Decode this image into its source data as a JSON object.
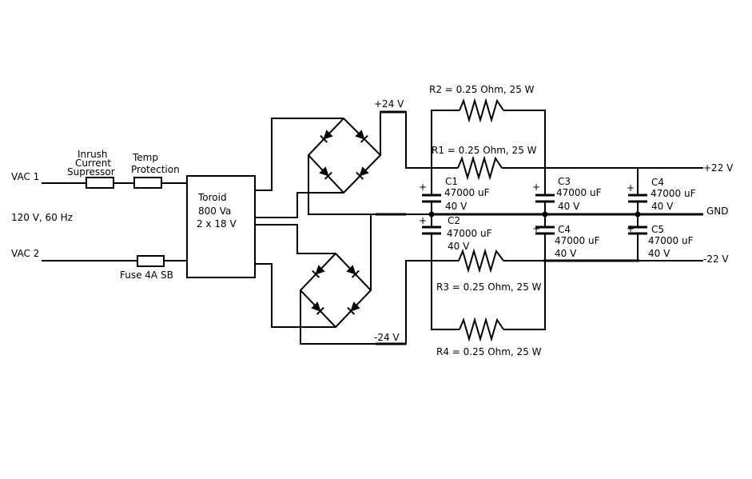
{
  "inputs": {
    "vac1": "VAC 1",
    "vac2": "VAC 2",
    "mains": "120 V, 60 Hz"
  },
  "components": {
    "inrush_line1": "Inrush",
    "inrush_line2": "Current",
    "inrush_line3": "Supressor",
    "temp_line1": "Temp",
    "temp_line2": "Protection",
    "fuse": "Fuse 4A SB",
    "toroid_line1": "Toroid",
    "toroid_line2": "800 Va",
    "toroid_line3": "2 x 18 V"
  },
  "rails": {
    "pos24": "+24 V",
    "neg24": "-24 V",
    "pos22": "+22 V",
    "gnd": "GND",
    "neg22": "-22 V"
  },
  "resistors": {
    "r1": "R1 = 0.25 Ohm, 25 W",
    "r2": "R2 = 0.25 Ohm, 25 W",
    "r3": "R3 = 0.25 Ohm, 25 W",
    "r4": "R4 = 0.25 Ohm, 25 W"
  },
  "capacitors": [
    {
      "name": "C1",
      "value": "47000 uF",
      "voltage": "40 V"
    },
    {
      "name": "C2",
      "value": "47000 uF",
      "voltage": "40 V"
    },
    {
      "name": "C3",
      "value": "47000 uF",
      "voltage": "40 V"
    },
    {
      "name": "C4",
      "value": "47000 uF",
      "voltage": "40 V"
    },
    {
      "name": "C4",
      "value": "47000 uF",
      "voltage": "40 V"
    },
    {
      "name": "C5",
      "value": "47000 uF",
      "voltage": "40 V"
    }
  ],
  "polarity_mark": "+"
}
